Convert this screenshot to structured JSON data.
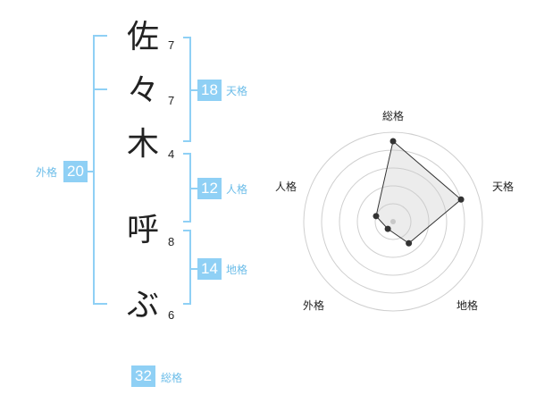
{
  "name": {
    "chars": [
      "佐",
      "々",
      "木",
      "呼",
      "ぶ"
    ],
    "strokes": [
      "7",
      "7",
      "4",
      "8",
      "6"
    ]
  },
  "kaku": {
    "tenkaku": {
      "value": "18",
      "label": "天格"
    },
    "jinkaku": {
      "value": "12",
      "label": "人格"
    },
    "chikaku": {
      "value": "14",
      "label": "地格"
    },
    "gaikaku": {
      "value": "20",
      "label": "外格"
    },
    "soukaku": {
      "value": "32",
      "label": "総格"
    }
  },
  "colors": {
    "accent": "#8fd0f5",
    "accent_text": "#6cbde9",
    "bracket": "#8fd0f5"
  },
  "chart_data": {
    "type": "radar",
    "axes": [
      "総格",
      "天格",
      "地格",
      "外格",
      "人格"
    ],
    "scale_max": 5,
    "rings": 5,
    "values": [
      4.5,
      4,
      1.5,
      0.5,
      1
    ]
  }
}
